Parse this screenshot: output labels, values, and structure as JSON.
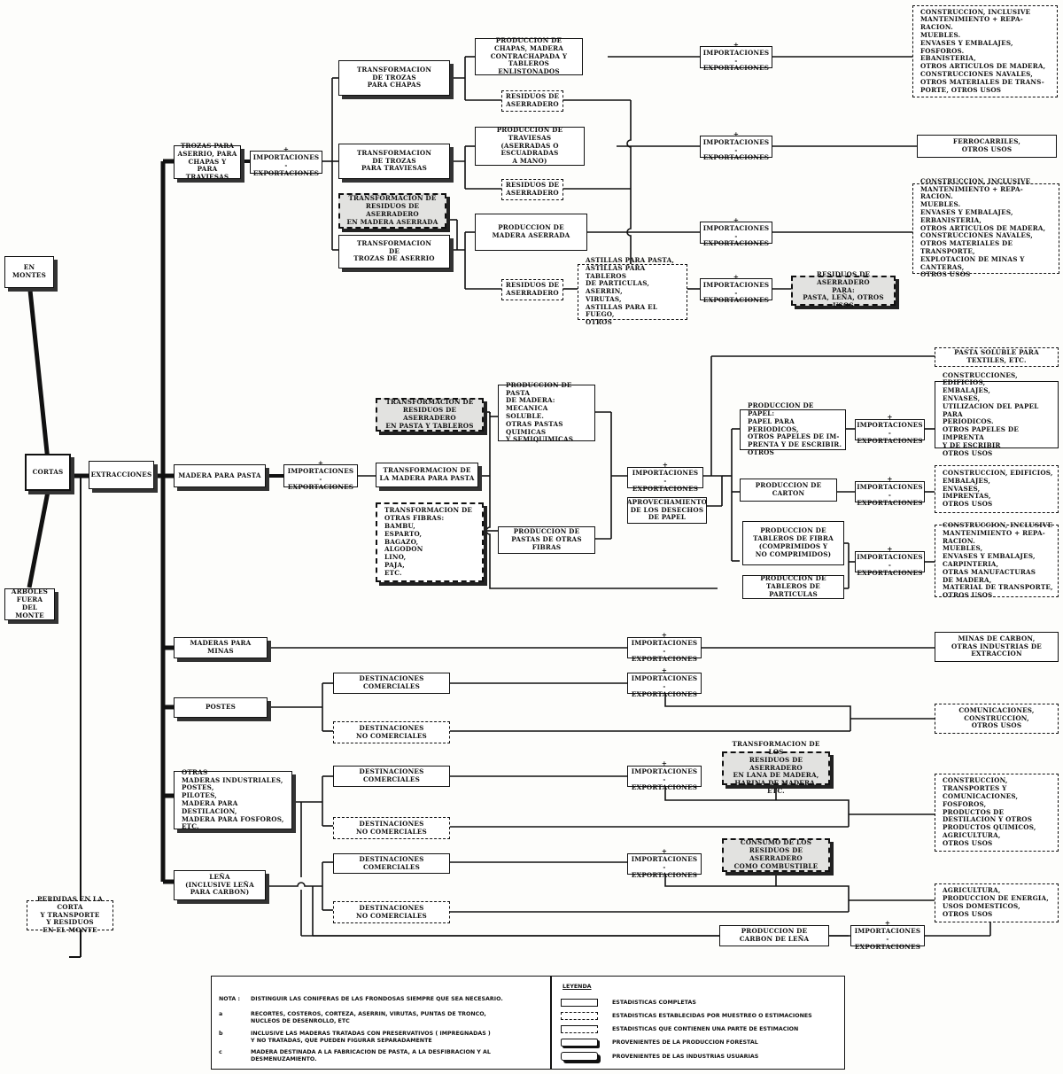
{
  "diagram": {
    "nodes": {
      "en_montes": "EN\nMONTES",
      "arboles": "ARBOLES\nFUERA DEL\nMONTE",
      "cortas": "CORTAS",
      "extracciones": "EXTRACCIONES",
      "perdidas": "PERDIDAS EN LA CORTA\nY TRANSPORTE\nY RESIDUOS\nEN EL MONTE",
      "trozas": "TROZAS PARA\nASERRIO, PARA\nCHAPAS Y PARA\nTRAVIESAS",
      "tf_chapas": "TRANSFORMACION\nDE TROZAS\nPARA CHAPAS",
      "tf_traviesas": "TRANSFORMACION\nDE TROZAS\nPARA TRAVIESAS",
      "tf_residuos_aserrada": "TRANSFORMACION DE\nRESIDUOS DE ASERRADERO\nEN MADERA ASERRADA",
      "tf_aserrio": "TRANSFORMACION\nDE\nTROZAS DE ASERRIO",
      "prod_chapas": "PRODUCCION DE\nCHAPAS, MADERA\nCONTRACHAPADA Y\nTABLEROS ENLISTONADOS",
      "residuos_1": "RESIDUOS DE\nASERRADERO",
      "prod_traviesas": "PRODUCCION DE TRAVIESAS\n(ASERRADAS O ESCUADRADAS\nA MANO)",
      "residuos_2": "RESIDUOS DE\nASERRADERO",
      "prod_aserrada": "PRODUCCION DE\nMADERA ASERRADA",
      "residuos_3": "RESIDUOS DE\nASERRADERO",
      "astillas": "ASTILLAS PARA PASTA,\nASTILLAS PARA TABLEROS\n  DE PARTICULAS,\nASERRIN,\nVIRUTAS,\nASTILLAS PARA EL FUEGO,\nOTROS",
      "residuos_para": "RESIDUOS DE ASERRADERO\nPARA:\nPASTA, LEÑA, OTROS USOS",
      "uso_chapas": "CONSTRUCCION, INCLUSIVE\n  MANTENIMIENTO + REPA-\n  RACION.\nMUEBLES.\nENVASES Y EMBALAJES,\nFOSFOROS.\nEBANISTERIA,\nOTROS ARTICULOS DE MADERA,\nCONSTRUCCIONES NAVALES,\nOTROS MATERIALES DE TRANS-\n  PORTE, OTROS USOS",
      "uso_traviesas": "FERROCARRILES,\nOTROS USOS",
      "uso_aserrada": "CONSTRUCCION, INCLUSIVE\n  MANTENIMIENTO + REPA-\n  RACION.\nMUEBLES.\nENVASES Y EMBALAJES,\nERBANISTERIA,\nOTROS ARTICULOS DE MADERA,\nCONSTRUCCIONES NAVALES,\nOTROS MATERIALES DE TRANSPORTE,\nEXPLOTACION DE MINAS Y CANTERAS,\nOTROS USOS",
      "madera_pasta": "MADERA PARA PASTA",
      "tf_residuos_pasta": "TRANSFORMACION DE\nRESIDUOS DE ASERRADERO\nEN PASTA Y TABLEROS",
      "tf_madera_pasta": "TRANSFORMACION DE\nLA MADERA PARA PASTA",
      "tf_otras_fibras": "TRANSFORMACION DE\nOTRAS FIBRAS:\n  BAMBU,\n  ESPARTO,\n  BAGAZO,\n  ALGODON\n  LINO,\n  PAJA,\n  ETC.",
      "prod_pasta": "PRODUCCION DE PASTA\n  DE MADERA:\nMECANICA\nSOLUBLE.\nOTRAS PASTAS QUIMICAS\n  Y SEMIQUIMICAS",
      "prod_pastas_otras": "PRODUCCION DE\nPASTAS DE OTRAS FIBRAS",
      "aprovechamiento": "APROVECHAMIENTO\nDE LOS DESECHOS\nDE PAPEL",
      "prod_papel": "PRODUCCION DE PAPEL:\n  PAPEL PARA PERIODICOS,\n  OTROS PAPELES DE IM-\n  PRENTA Y DE ESCRIBIR.\n  OTROS",
      "prod_carton": "PRODUCCION DE\nCARTON",
      "prod_tableros_fibra": "PRODUCCION DE\nTABLEROS DE FIBRA\n(COMPRIMIDOS Y\nNO COMPRIMIDOS)",
      "prod_tableros_part": "PRODUCCION DE\nTABLEROS DE PARTICULAS",
      "uso_pasta_soluble": "PASTA SOLUBLE PARA\nTEXTILES, ETC.",
      "uso_papel": "CONSTRUCCIONES, EDIFICIOS,\nEMBALAJES,\nENVASES,\nUTILIZACION DEL PAPEL PARA\n  PERIODICOS.\nOTROS PAPELES DE IMPRENTA\n  Y DE ESCRIBIR\nOTROS USOS",
      "uso_carton": "CONSTRUCCION, EDIFICIOS,\nEMBALAJES,\nENVASES,\nIMPRENTAS,\nOTROS USOS",
      "uso_tableros": "CONSTRUCCION, INCLUSIVE\n  MANTENIMIENTO + REPA-\n  RACION.\nMUEBLES,\nENVASES Y EMBALAJES,\nCARPINTERIA,\nOTRAS MANUFACTURAS\n  DE MADERA,\nMATERIAL DE TRANSPORTE,\nOTROS USOS",
      "maderas_minas": "MADERAS PARA MINAS",
      "uso_minas": "MINAS DE CARBON,\nOTRAS INDUSTRIAS DE\nEXTRACCION",
      "postes": "POSTES",
      "postes_com": "DESTINACIONES COMERCIALES",
      "postes_nocom": "DESTINACIONES\nNO COMERCIALES",
      "uso_postes": "COMUNICACIONES,\nCONSTRUCCION,\nOTROS USOS",
      "otras_ind": "OTRAS\nMADERAS INDUSTRIALES,\n  POSTES,\n  PILOTES,\n  MADERA PARA DESTILACION,\n  MADERA PARA FOSFOROS,\n  ETC.",
      "otras_com": "DESTINACIONES COMERCIALES",
      "otras_nocom": "DESTINACIONES\nNO COMERCIALES",
      "tf_lana": "TRANSFORMACION DE LOS\nRESIDUOS DE ASERRADERO\nEN LANA DE MADERA,\nHARINA DE MADERA, ETC.",
      "uso_otras": "CONSTRUCCION,\nTRANSPORTES Y\n  COMUNICACIONES,\nFOSFOROS,\nPRODUCTOS DE\n  DESTILACION Y OTROS\n  PRODUCTOS QUIMICOS,\nAGRICULTURA,\nOTROS USOS",
      "lena": "LEÑA\n(INCLUSIVE LEÑA\nPARA CARBON)",
      "lena_com": "DESTINACIONES COMERCIALES",
      "lena_nocom": "DESTINACIONES\nNO COMERCIALES",
      "consumo_residuos": "CONSUMO DE LOS\nRESIDUOS DE ASERRADERO\nCOMO COMBUSTIBLE",
      "uso_lena": "AGRICULTURA,\nPRODUCCION DE ENERGIA,\nUSOS DOMESTICOS,\nOTROS USOS",
      "prod_carbon": "PRODUCCION DE\nCARBON DE LEÑA"
    },
    "imp_exp_label": "+ IMPORTACIONES\n- EXPORTACIONES"
  },
  "nota": {
    "rows": [
      {
        "key": "NOTA :",
        "text": "DISTINGUIR LAS CONIFERAS DE LAS FRONDOSAS SIEMPRE QUE SEA NECESARIO."
      },
      {
        "key": "a",
        "text": "RECORTES, COSTEROS, CORTEZA, ASERRIN, VIRUTAS, PUNTAS DE TRONCO,\nNUCLEOS DE DESENROLLO, ETC"
      },
      {
        "key": "b",
        "text": "INCLUSIVE LAS MADERAS TRATADAS CON PRESERVATIVOS ( IMPREGNADAS )\nY NO TRATADAS, QUE PUEDEN FIGURAR SEPARADAMENTE"
      },
      {
        "key": "c",
        "text": "MADERA DESTINADA A LA FABRICACION DE PASTA, A LA DESFIBRACION Y AL\nDESMENUZAMIENTO."
      }
    ]
  },
  "legend": {
    "title": "LEYENDA",
    "items": [
      {
        "style": "solid",
        "label": "ESTADISTICAS COMPLETAS"
      },
      {
        "style": "dashed",
        "label": "ESTADISTICAS ESTABLECIDAS POR MUESTREO O ESTIMACIONES"
      },
      {
        "style": "partial-dashed",
        "label": "ESTADISTICAS QUE CONTIENEN UNA PARTE DE ESTIMACION"
      },
      {
        "style": "shadow-forestal",
        "label": "PROVENIENTES DE LA PRODUCCION FORESTAL"
      },
      {
        "style": "shadow-industrias",
        "label": "PROVENIENTES DE LAS INDUSTRIAS USUARIAS"
      }
    ]
  }
}
